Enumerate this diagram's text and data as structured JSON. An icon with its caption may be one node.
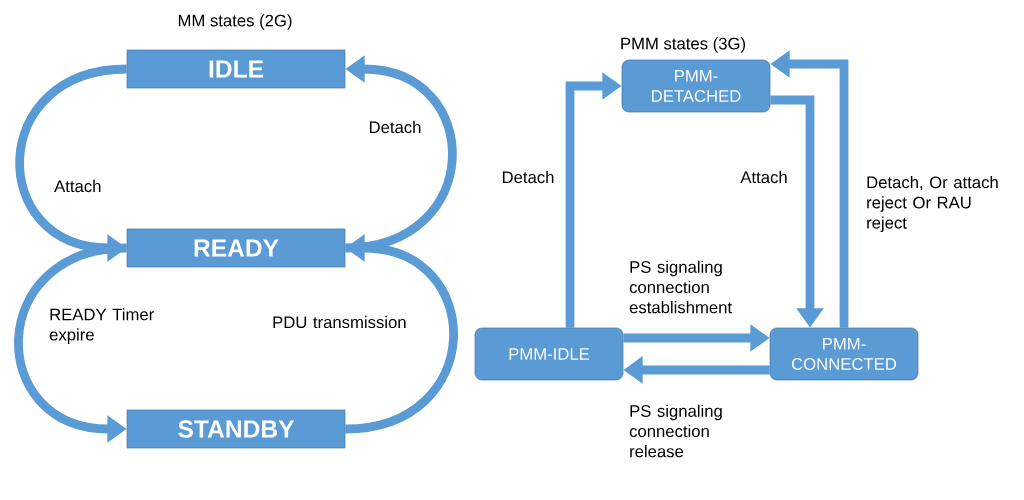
{
  "diagram": {
    "nodes": [
      {
        "text": [
          "IDLE"
        ]
      },
      {
        "text": [
          "READY"
        ]
      },
      {
        "text": [
          "STANDBY"
        ]
      },
      {
        "text": [
          "PMM-DETACHED"
        ]
      },
      {
        "text": [
          "PMM-IDLE"
        ]
      },
      {
        "text": [
          "PMM-CONNECTED"
        ]
      }
    ],
    "edges": [
      {
        "from": 0,
        "to": 1,
        "arrow": "to",
        "label": "Attach"
      },
      {
        "from": 1,
        "to": 0,
        "arrow": "to",
        "label": "Detach"
      },
      {
        "from": 1,
        "to": 2,
        "arrow": "to",
        "label": "READY Timer expire"
      },
      {
        "from": 2,
        "to": 1,
        "arrow": "to",
        "label": "PDU transmission"
      },
      {
        "from": 4,
        "to": 3,
        "arrow": "to",
        "label": "Detach"
      },
      {
        "from": 3,
        "to": 5,
        "arrow": "to",
        "label": "Attach"
      },
      {
        "from": 5,
        "to": 3,
        "arrow": "to",
        "label": "Detach, Or attach reject Or RAU reject"
      },
      {
        "from": 4,
        "to": 5,
        "arrow": "to",
        "label": "PS signaling connection establishment"
      },
      {
        "from": 5,
        "to": 4,
        "arrow": "to",
        "label": "PS signaling connection release"
      }
    ],
    "labels": [
      "MM states (2G)",
      "PMM states (3G)"
    ]
  }
}
